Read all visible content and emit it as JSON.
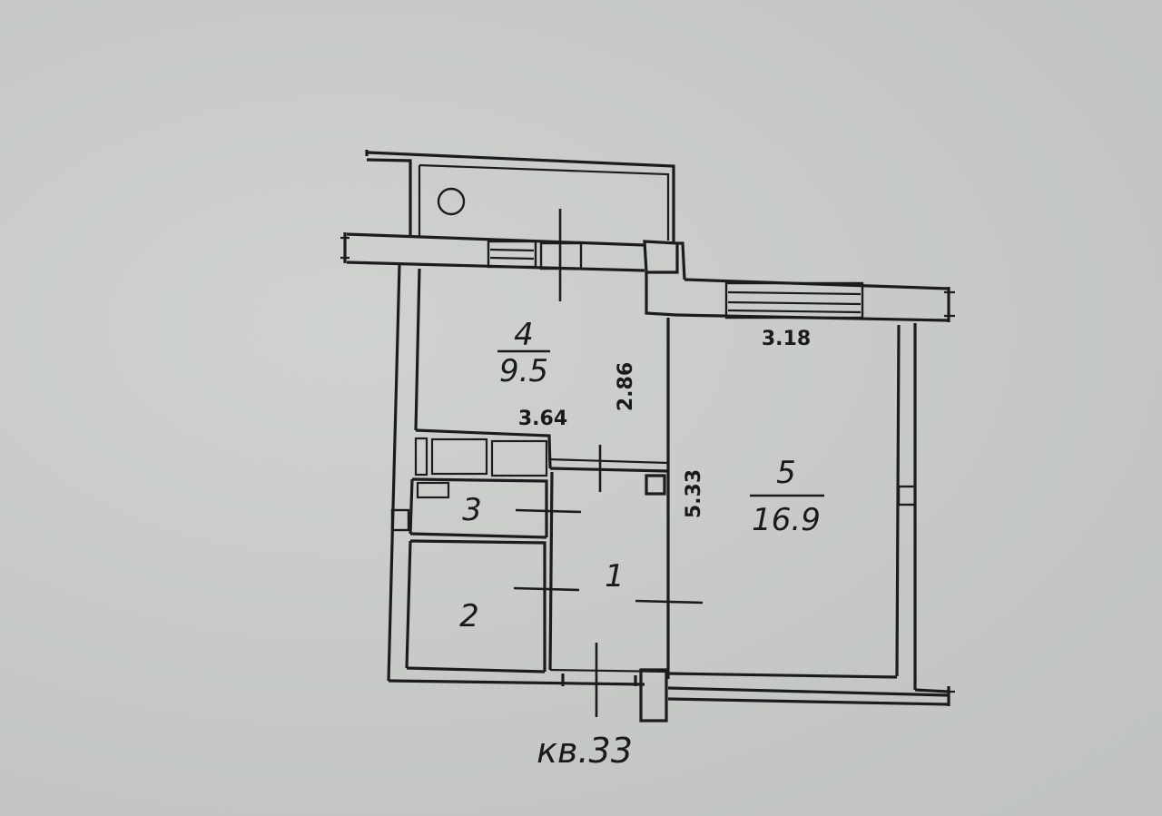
{
  "apartment_label": "кв.33",
  "rooms": {
    "r1": {
      "number": "1"
    },
    "r2": {
      "number": "2"
    },
    "r3": {
      "number": "3"
    },
    "r4": {
      "number": "4",
      "area": "9.5"
    },
    "r5": {
      "number": "5",
      "area": "16.9"
    }
  },
  "dimensions": {
    "kitchen_width": "3.64",
    "kitchen_depth": "2.86",
    "room5_width": "3.18",
    "room5_depth": "5.33"
  }
}
